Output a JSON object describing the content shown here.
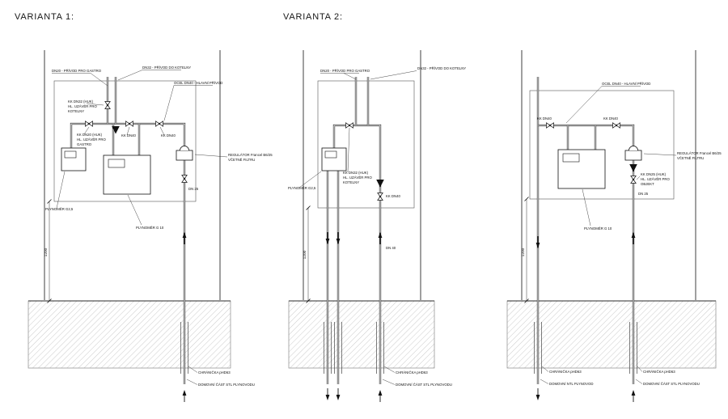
{
  "titles": {
    "variant1": "VARIANTA 1:",
    "variant2": "VARIANTA 2:"
  },
  "labels": {
    "dn20_gastro": "DN20 - PŘÍVOD PRO GASTRO",
    "dn32_kotelny": "DN32 - PŘÍVOD DO KOTELNY",
    "ocel_dn40": "OCEL DN40 - HLAVNÍ PŘÍVOD",
    "kk_dn20_huk": "KK DN20 (HUK)",
    "kk_dn32_huk": "KK DN32 (HUK)",
    "kk_dn25_huk": "KK DN25 (HUK)",
    "hl_uzaver_pro": "HL. UZÁVĚR PRO",
    "gastro": "GASTRO",
    "kotelny": "KOTELNY",
    "objekt": "OBJEKT",
    "kk_dn40": "KK DN40",
    "regulator_1": "REGULÁTOR Francel B6/25",
    "regulator_2": "VČETNĚ FILTRU",
    "plynomer_g25": "PLYNOMĚR G2,5",
    "plynomer_g10": "PLYNOMĚR G 10",
    "dim_1200": "1200",
    "dn25": "DN 25",
    "dn40": "DN 40",
    "chranicka": "CHRÁNIČKA pHD63",
    "domovni_stl": "DOMOVNÍ ČÁST STL PLYNOVODU",
    "domovni_ntl": "DOMOVNÍ NTL PLYNOVOD"
  },
  "colors": {
    "line": "#161616",
    "hatch": "#b5b5b5",
    "background": "#ffffff"
  }
}
